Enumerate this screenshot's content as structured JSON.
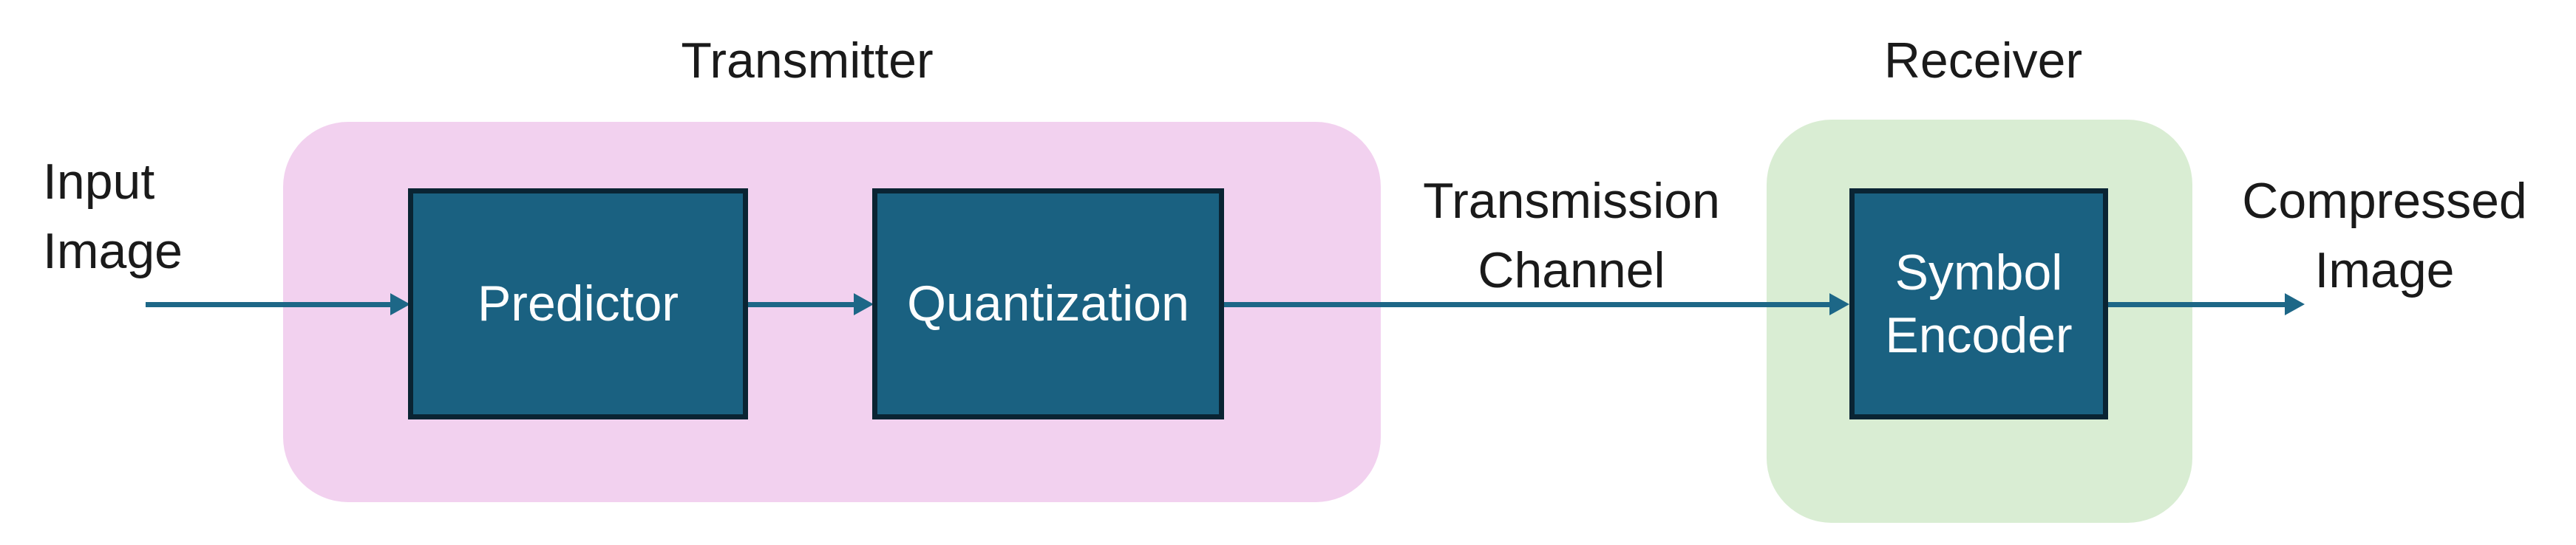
{
  "titles": {
    "transmitter": "Transmitter",
    "receiver": "Receiver"
  },
  "blocks": {
    "predictor": "Predictor",
    "quantization": "Quantization",
    "symbol_encoder": {
      "line1": "Symbol",
      "line2": "Encoder"
    }
  },
  "io_labels": {
    "input": {
      "line1": "Input",
      "line2": "Image"
    },
    "channel": {
      "line1": "Transmission",
      "line2": "Channel"
    },
    "output": {
      "line1": "Compressed",
      "line2": "Image"
    }
  },
  "colors": {
    "transmitter_group_fill": "#f2d1ef",
    "receiver_group_fill": "#d9edd3",
    "block_fill": "#1a6181",
    "block_border": "#0a2433",
    "block_text": "#fdfefe",
    "arrow": "#1d6787",
    "label_text": "#1a1a1a",
    "background": "#ffffff"
  }
}
